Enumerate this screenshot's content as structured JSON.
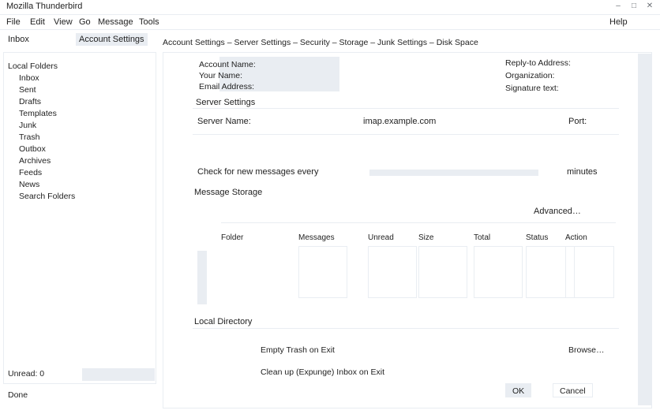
{
  "window": {
    "title": "Mozilla Thunderbird",
    "minimize": "–",
    "maximize": "□",
    "close": "✕"
  },
  "menu": {
    "items": [
      "File",
      "Edit",
      "View",
      "Go",
      "Message",
      "Tools"
    ],
    "help": "Help"
  },
  "tabs": [
    "Inbox",
    "Account Settings"
  ],
  "sidebar": {
    "items": [
      "Local Folders",
      "Inbox",
      "Sent",
      "Drafts",
      "Templates",
      "Junk",
      "Trash",
      "Outbox",
      "Archives",
      "Feeds",
      "News",
      "Search Folders"
    ],
    "status_label": "Unread: 0",
    "footer_label": "Done"
  },
  "path": "Account Settings – Server Settings – Security – Storage – Junk Settings – Disk Space",
  "content": {
    "banner_lines": [
      "Account Name:",
      "Your Name:",
      "Email Address:"
    ],
    "meta": [
      "Reply-to Address:",
      "Organization:",
      "Signature text:"
    ],
    "section1": "Server Settings",
    "row1_label": "Server Name:",
    "row1_value": "imap.example.com",
    "row1_right": "Port:",
    "progress_label": "Check for new messages every",
    "progress_right": "minutes",
    "section2": "Message Storage",
    "section2_right": "Advanced…",
    "grid_headers": [
      "Folder",
      "Messages",
      "Unread",
      "Size",
      "Total",
      "Status",
      "Action"
    ],
    "section3": "Local Directory",
    "bottom_items": [
      "Empty Trash on Exit",
      "Clean up (Expunge) Inbox on Exit",
      "Browse…"
    ],
    "buttons": {
      "ok": "OK",
      "cancel": "Cancel"
    }
  }
}
